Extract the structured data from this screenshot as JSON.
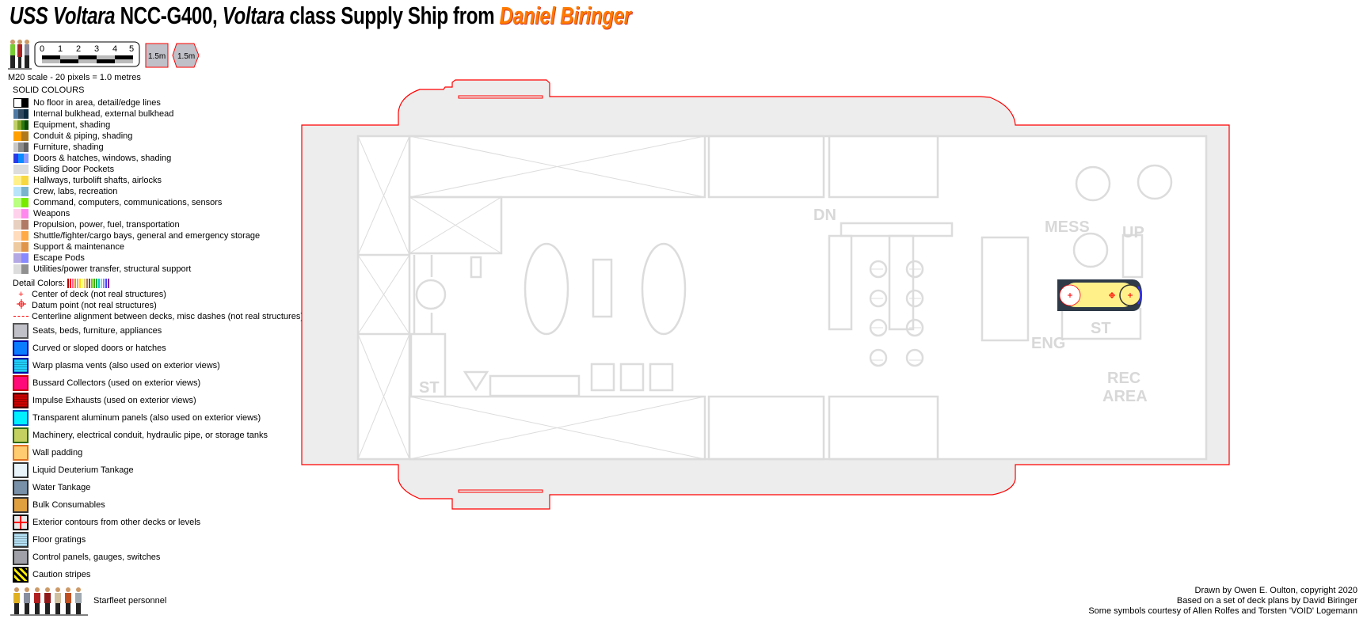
{
  "title": {
    "ship": "USS Voltara",
    "registry": "NCC-G400,",
    "class": "Voltara",
    "rest": "class Supply Ship from",
    "author": "Daniel Biringer"
  },
  "scale": {
    "ticks": [
      "0",
      "1",
      "2",
      "3",
      "4",
      "5"
    ],
    "box1": "1.5m",
    "box2": "1.5m",
    "note": "M20 scale - 20 pixels = 1.0 metres"
  },
  "legend": {
    "solid_heading": "SOLID COLOURS",
    "solid": [
      {
        "label": "No floor in area, detail/edge lines",
        "colors": [
          "#ffffff",
          "#000000"
        ]
      },
      {
        "label": "Internal bulkhead, external bulkhead",
        "colors": [
          "#4f79a3",
          "#2f4a60",
          "#0a2a40"
        ]
      },
      {
        "label": "Equipment, shading",
        "colors": [
          "#c2d06a",
          "#7fa42a",
          "#2e7a10",
          "#0b4a00"
        ]
      },
      {
        "label": "Conduit & piping, shading",
        "colors": [
          "#ffa000",
          "#b07a1a"
        ]
      },
      {
        "label": "Furniture, shading",
        "colors": [
          "#c8c8c8",
          "#8c8c8c",
          "#606060"
        ]
      },
      {
        "label": "Doors & hatches, windows, shading",
        "colors": [
          "#2a3ae8",
          "#0a8cff",
          "#8a9aff"
        ]
      },
      {
        "label": "Sliding Door Pockets",
        "colors": [
          "#dddddd"
        ]
      },
      {
        "label": "Hallways, turbolift shafts, airlocks",
        "colors": [
          "#fff08a",
          "#f8d840"
        ]
      },
      {
        "label": "Crew, labs, recreation",
        "colors": [
          "#b8e4fa",
          "#7ab4cc"
        ]
      },
      {
        "label": "Command, computers, communications, sensors",
        "colors": [
          "#baff80",
          "#78ea00"
        ]
      },
      {
        "label": "Weapons",
        "colors": [
          "#ffd2ec",
          "#ff88ee"
        ]
      },
      {
        "label": "Propulsion, power, fuel, transportation",
        "colors": [
          "#e8d0c0",
          "#b07a64"
        ]
      },
      {
        "label": "Shuttle/fighter/cargo bays, general and emergency storage",
        "colors": [
          "#ffdcbc",
          "#ffaa44"
        ]
      },
      {
        "label": "Support & maintenance",
        "colors": [
          "#eecaa0",
          "#e0964a"
        ]
      },
      {
        "label": "Escape Pods",
        "colors": [
          "#b4a8e4",
          "#8888ff"
        ]
      },
      {
        "label": "Utilities/power transfer, structural support",
        "colors": [
          "#dcdcdc",
          "#909090"
        ]
      }
    ],
    "detail_label": "Detail Colors:",
    "detail_colors": [
      "#c00000",
      "#ff0000",
      "#ff66aa",
      "#ff8800",
      "#ffaa00",
      "#ffdd00",
      "#ffff88",
      "#e8c888",
      "#aa7744",
      "#774422",
      "#66cc00",
      "#44aa00",
      "#00aa44",
      "#00cccc",
      "#66ddff",
      "#8888ff",
      "#4444ff",
      "#880088"
    ],
    "markers": [
      {
        "label": "Center of deck (not real structures)"
      },
      {
        "label": "Datum point (not real structures)"
      },
      {
        "label": "Centerline alignment between decks, misc dashes (not real structures)"
      }
    ],
    "patterns": [
      {
        "label": "Seats, beds, furniture, appliances",
        "fill": "#c0c0c8",
        "border": "#555"
      },
      {
        "label": "Curved or sloped doors or hatches",
        "fill": "#0a7cff",
        "border": "#0000aa"
      },
      {
        "label": "Warp plasma vents (also used on exterior views)",
        "fill": "#20d0ff",
        "border": "#0000aa"
      },
      {
        "label": "Bussard Collectors  (used on exterior views)",
        "fill": "#ff0a78",
        "border": "#cc0000"
      },
      {
        "label": "Impulse Exhausts  (used on exterior views)",
        "fill": "#cc0000",
        "border": "#440000"
      },
      {
        "label": "Transparent aluminum panels (also used on exterior views)",
        "fill": "#00f0ff",
        "border": "#0050cc"
      },
      {
        "label": "Machinery, electrical conduit, hydraulic pipe, or storage tanks",
        "fill": "#c4d060",
        "border": "#2e6a10"
      },
      {
        "label": "Wall padding",
        "fill": "#ffcc70",
        "border": "#e07020"
      },
      {
        "label": "Liquid Deuterium Tankage",
        "fill": "#e8f4fa",
        "border": "#333"
      },
      {
        "label": "Water Tankage",
        "fill": "#7890a8",
        "border": "#333"
      },
      {
        "label": "Bulk Consumables",
        "fill": "#e0a040",
        "border": "#333"
      },
      {
        "label": "Exterior contours from other decks or levels",
        "fill": "#e8e8e8",
        "border": "#000"
      },
      {
        "label": "Floor gratings",
        "fill": "#b4e0f4",
        "border": "#333"
      },
      {
        "label": "Control panels, gauges, switches",
        "fill": "#a0a0a8",
        "border": "#333"
      },
      {
        "label": "Caution stripes",
        "fill": "#ffee00",
        "border": "#000"
      }
    ],
    "personnel": "Starfleet personnel"
  },
  "plan": {
    "labels": {
      "dn": "DN",
      "mess": "MESS",
      "up": "UP",
      "st_right": "ST",
      "eng": "ENG",
      "rec": "REC",
      "area": "AREA",
      "st_left": "ST"
    },
    "hull_color": "#ff0000",
    "turbolift_color": "#fff08a"
  },
  "footer": [
    "Drawn by Owen E. Oulton, copyright 2020",
    "Based on a set of deck plans by David Biringer",
    "Some symbols courtesy of Allen Rolfes and Torsten 'VOID' Logemann"
  ]
}
